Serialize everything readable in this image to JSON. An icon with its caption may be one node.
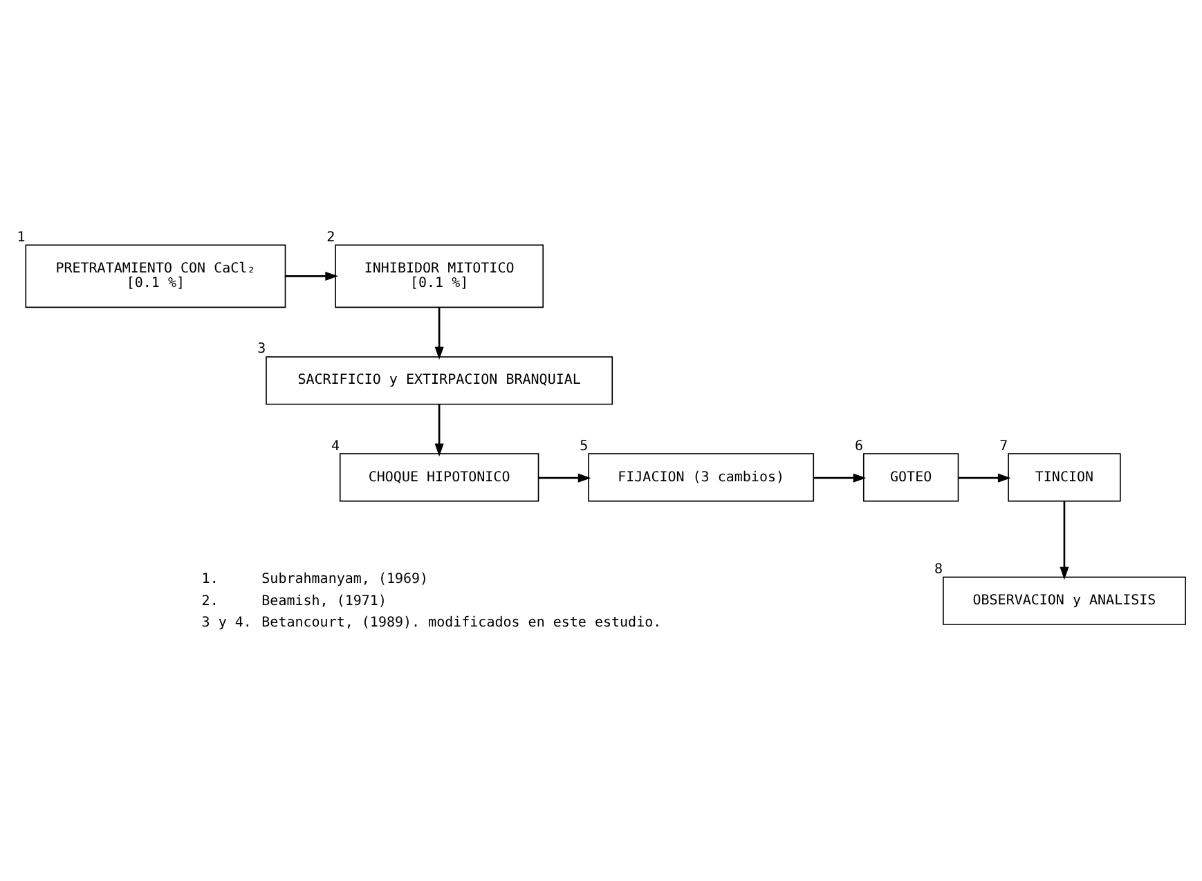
{
  "diagram": {
    "nodes": [
      {
        "text": [
          "PRETRATAMIENTO CON CaCl₂",
          "[0.1 %]"
        ],
        "beside": [
          "1"
        ]
      },
      {
        "text": [
          "INHIBIDOR MITOTICO",
          "[0.1 %]"
        ],
        "beside": [
          "2"
        ]
      },
      {
        "text": [
          "SACRIFICIO y EXTIRPACION BRANQUIAL"
        ],
        "beside": [
          "3"
        ]
      },
      {
        "text": [
          "CHOQUE HIPOTONICO"
        ],
        "beside": [
          "4"
        ]
      },
      {
        "text": [
          "FIJACION (3 cambios)"
        ],
        "beside": [
          "5"
        ]
      },
      {
        "text": [
          "GOTEO"
        ],
        "beside": [
          "6"
        ]
      },
      {
        "text": [
          "TINCION"
        ],
        "beside": [
          "7"
        ]
      },
      {
        "text": [
          "OBSERVACION y ANALISIS"
        ],
        "beside": [
          "8"
        ]
      }
    ],
    "edges": [
      {
        "from": 0,
        "to": 1,
        "arrow": "to"
      },
      {
        "from": 1,
        "to": 2,
        "arrow": "to"
      },
      {
        "from": 2,
        "to": 3,
        "arrow": "to"
      },
      {
        "from": 3,
        "to": 4,
        "arrow": "to"
      },
      {
        "from": 4,
        "to": 5,
        "arrow": "to"
      },
      {
        "from": 5,
        "to": 6,
        "arrow": "to"
      },
      {
        "from": 6,
        "to": 7,
        "arrow": "to"
      }
    ],
    "labels": [
      "1.",
      "Subrahmanyam, (1969)",
      "2.",
      "Beamish, (1971)",
      "3 y 4.",
      "Betancourt, (1989). modificados en este estudio."
    ]
  }
}
